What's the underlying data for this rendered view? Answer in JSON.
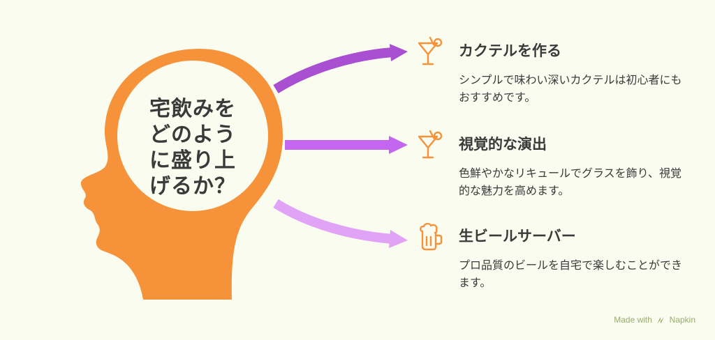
{
  "center": {
    "lines": [
      "宅飲みを",
      "どのよう",
      "に盛り上",
      "げるか？"
    ]
  },
  "items": [
    {
      "icon": "cocktail-icon",
      "title": "カクテルを作る",
      "description": "シンプルで味わい深いカクテルは初心者にもおすすめです。"
    },
    {
      "icon": "cocktail-icon",
      "title": "視覚的な演出",
      "description": "色鮮やかなリキュールでグラスを飾り、視覚的な魅力を高めます。"
    },
    {
      "icon": "beer-mug-icon",
      "title": "生ビールサーバー",
      "description": "プロ品質のビールを自宅で楽しむことができます。"
    }
  ],
  "footer": {
    "made_with": "Made with",
    "brand": "Napkin"
  },
  "colors": {
    "background": "#f9fcef",
    "head": "#f5923a",
    "circle": "#f9fcef",
    "arrow1": "#a94fd2",
    "arrow2": "#c466f0",
    "arrow3": "#e0a3f6",
    "icon": "#f5923a",
    "text": "#3a3a3a"
  }
}
